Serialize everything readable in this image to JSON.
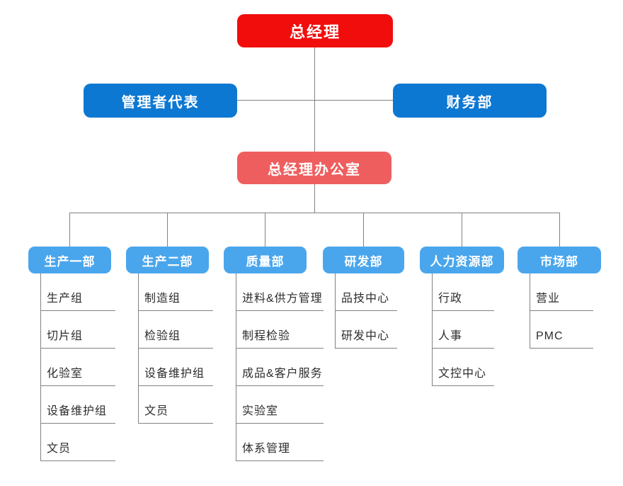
{
  "chart_type": "org-chart",
  "root": {
    "label": "总经理"
  },
  "level2": {
    "left": {
      "label": "管理者代表"
    },
    "right": {
      "label": "财务部"
    }
  },
  "office": {
    "label": "总经理办公室"
  },
  "departments": [
    {
      "label": "生产一部",
      "children": [
        "生产组",
        "切片组",
        "化验室",
        "设备维护组",
        "文员"
      ]
    },
    {
      "label": "生产二部",
      "children": [
        "制造组",
        "检验组",
        "设备维护组",
        "文员"
      ]
    },
    {
      "label": "质量部",
      "children": [
        "进料&供方管理",
        "制程检验",
        "成品&客户服务",
        "实验室",
        "体系管理"
      ]
    },
    {
      "label": "研发部",
      "children": [
        "品技中心",
        "研发中心"
      ]
    },
    {
      "label": "人力资源部",
      "children": [
        "行政",
        "人事",
        "文控中心"
      ]
    },
    {
      "label": "市场部",
      "children": [
        "营业",
        "PMC"
      ]
    }
  ],
  "colors": {
    "root_bg": "#f20d0d",
    "level2_bg": "#0d78d2",
    "office_bg": "#ef5e5e",
    "department_bg": "#4aa6ec",
    "connector_line": "#828282",
    "box_text": "#ffffff",
    "item_text": "#2d2d2d",
    "background": "#ffffff"
  }
}
